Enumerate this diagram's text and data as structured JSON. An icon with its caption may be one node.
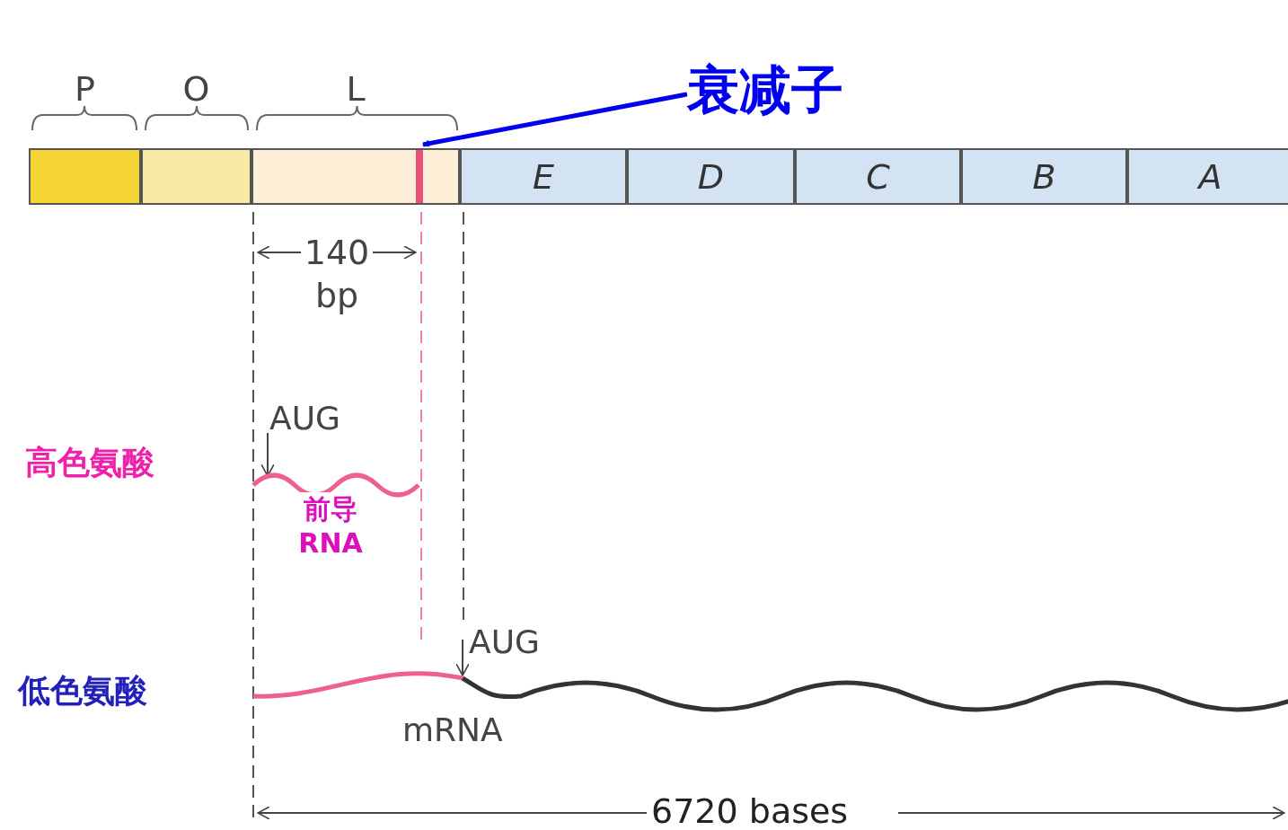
{
  "diagram": {
    "nodes": [
      {
        "text": [
          "P"
        ]
      },
      {
        "text": [
          "O"
        ]
      },
      {
        "text": [
          "L"
        ]
      },
      {
        "text": [],
        "shape": "bar",
        "in": 2
      },
      {
        "text": [
          "E"
        ]
      },
      {
        "text": [
          "D"
        ]
      },
      {
        "text": [
          "C"
        ]
      },
      {
        "text": [
          "B"
        ]
      },
      {
        "text": [
          "A"
        ]
      },
      {
        "text": [
          "衰减子"
        ]
      }
    ],
    "edges": [
      {
        "from": 9,
        "to": 3,
        "arrow": "to"
      }
    ],
    "labels": [
      "140 bp",
      "AUG",
      "高色氨酸",
      "前导 RNA",
      "AUG",
      "低色氨酸",
      "mRNA",
      "6720 bases"
    ]
  }
}
